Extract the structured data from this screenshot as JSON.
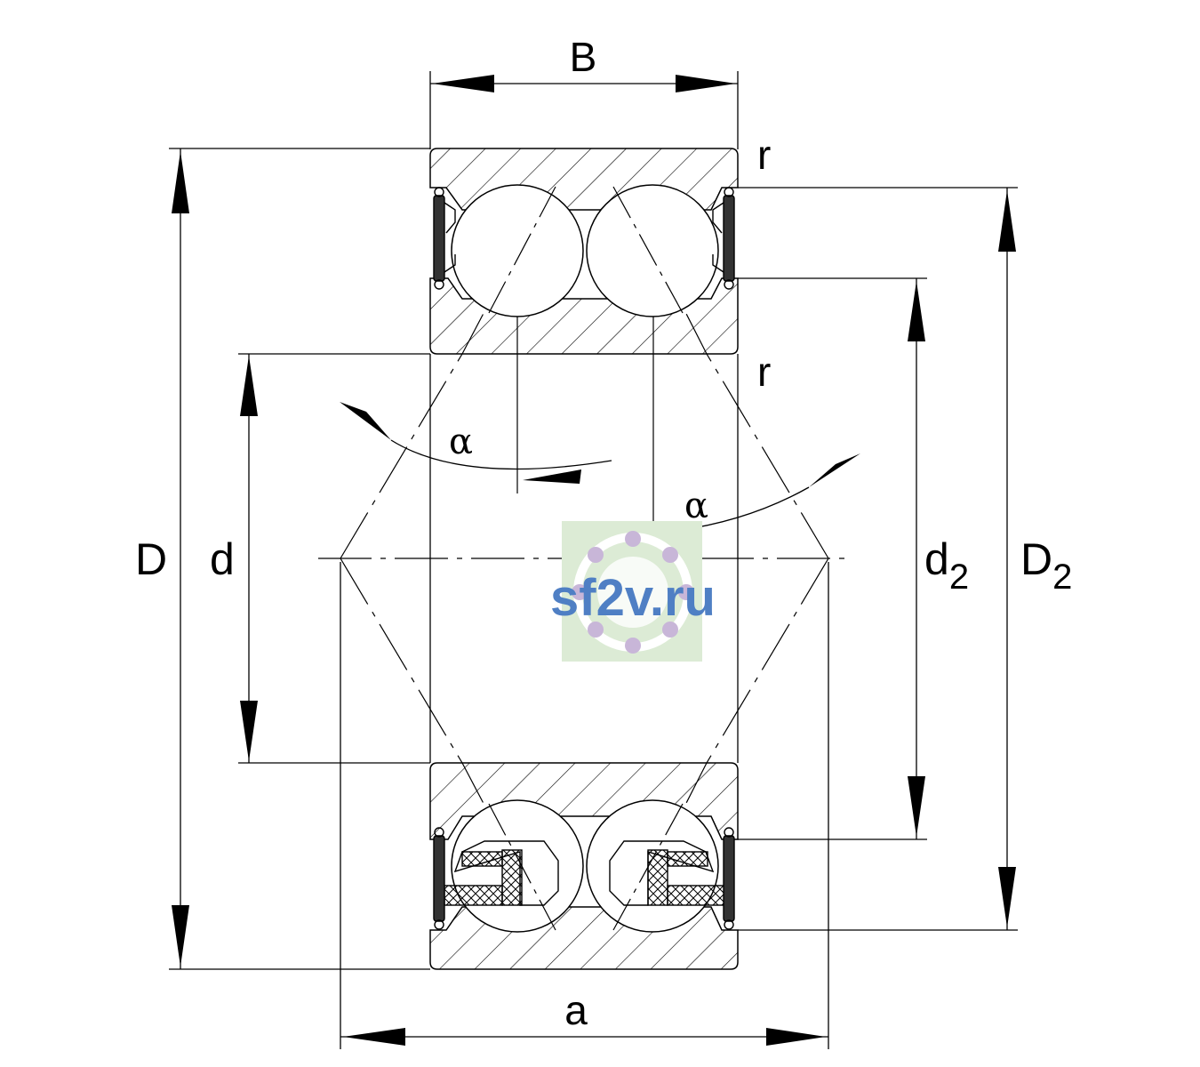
{
  "labels": {
    "B": "B",
    "r_top": "r",
    "r_mid": "r",
    "alpha_left": "α",
    "alpha_right": "α",
    "D": "D",
    "d": "d",
    "d2_base": "d",
    "d2_sub": "2",
    "D2_base": "D",
    "D2_sub": "2",
    "a": "a"
  },
  "watermark": {
    "text": "sf2v.ru",
    "text_color": "#4f7fc4",
    "badge_color": "#dcebd5"
  },
  "colors": {
    "line": "#000000",
    "background": "#ffffff"
  }
}
